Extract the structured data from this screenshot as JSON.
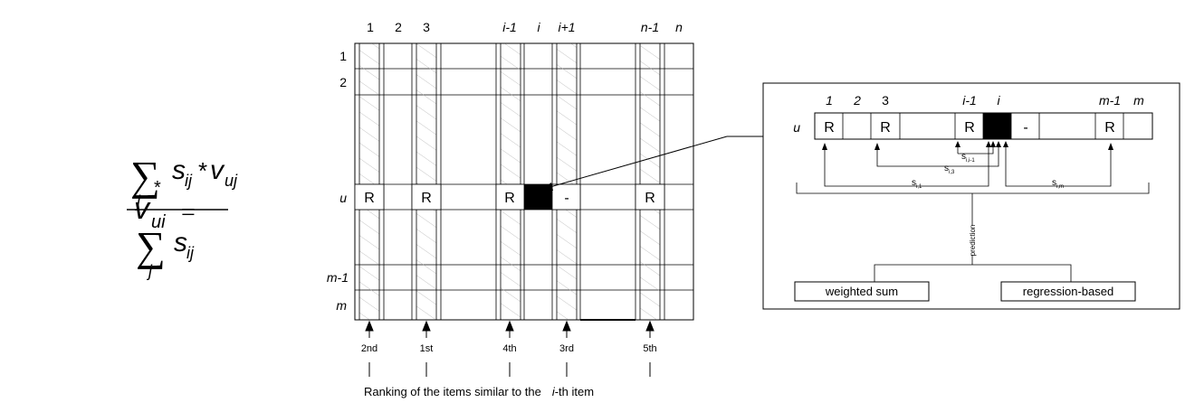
{
  "formula": {
    "lhs_var": "v",
    "lhs_sub": "ui",
    "lhs_sup": "*",
    "equals": "=",
    "sum_symbol": "∑",
    "sum_index": "j",
    "num_s": "s",
    "num_s_sub": "ij",
    "num_star": "*",
    "num_v": "v",
    "num_v_sub": "uj",
    "den_s": "s",
    "den_s_sub": "ij"
  },
  "matrix": {
    "col_labels": [
      "1",
      "2",
      "3",
      "i-1",
      "i",
      "i+1",
      "n-1",
      "n"
    ],
    "row_labels": [
      "1",
      "2",
      "u",
      "m-1",
      "m"
    ],
    "row_u_cells": [
      "R",
      "R",
      "R",
      "-",
      "R"
    ],
    "rank_labels": [
      "2nd",
      "1st",
      "4th",
      "3rd",
      "5th"
    ],
    "caption_part1": "Ranking of the items similar to the",
    "caption_part2_italic": "i",
    "caption_part3": "-th item"
  },
  "detail": {
    "col_labels": [
      "1",
      "2",
      "3",
      "i-1",
      "i",
      "m-1",
      "m"
    ],
    "row_label": "u",
    "cells": [
      "R",
      "R",
      "R",
      "-",
      "R"
    ],
    "sim_labels": [
      {
        "s": "s",
        "sub": "i,i-1"
      },
      {
        "s": "s",
        "sub": "i,3"
      },
      {
        "s": "s",
        "sub": "i,1"
      },
      {
        "s": "s",
        "sub": "i,m"
      }
    ],
    "prediction_label": "prediction",
    "method_left": "weighted sum",
    "method_right": "regression-based"
  }
}
